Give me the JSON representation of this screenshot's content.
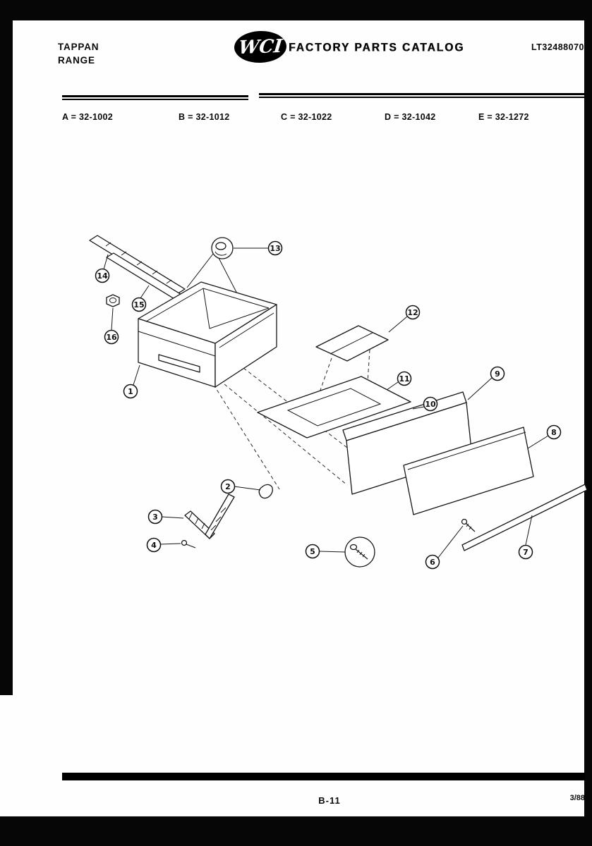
{
  "header": {
    "brand_line1": "TAPPAN",
    "brand_line2": "RANGE",
    "logo_text": "WCI",
    "catalog_title": "FACTORY PARTS CATALOG",
    "doc_number": "LT32488070"
  },
  "models": [
    "A = 32-1002",
    "B = 32-1012",
    "C = 32-1022",
    "D = 32-1042",
    "E = 32-1272"
  ],
  "diagram": {
    "description": "Exploded parts view of range broiler drawer assembly",
    "callouts": [
      {
        "number": "1"
      },
      {
        "number": "2"
      },
      {
        "number": "3"
      },
      {
        "number": "4"
      },
      {
        "number": "5"
      },
      {
        "number": "6"
      },
      {
        "number": "7"
      },
      {
        "number": "8"
      },
      {
        "number": "9"
      },
      {
        "number": "10"
      },
      {
        "number": "11"
      },
      {
        "number": "12"
      },
      {
        "number": "13"
      },
      {
        "number": "14"
      },
      {
        "number": "15"
      },
      {
        "number": "16"
      }
    ]
  },
  "footer": {
    "page_number": "B-11",
    "revision_date": "3/88"
  }
}
